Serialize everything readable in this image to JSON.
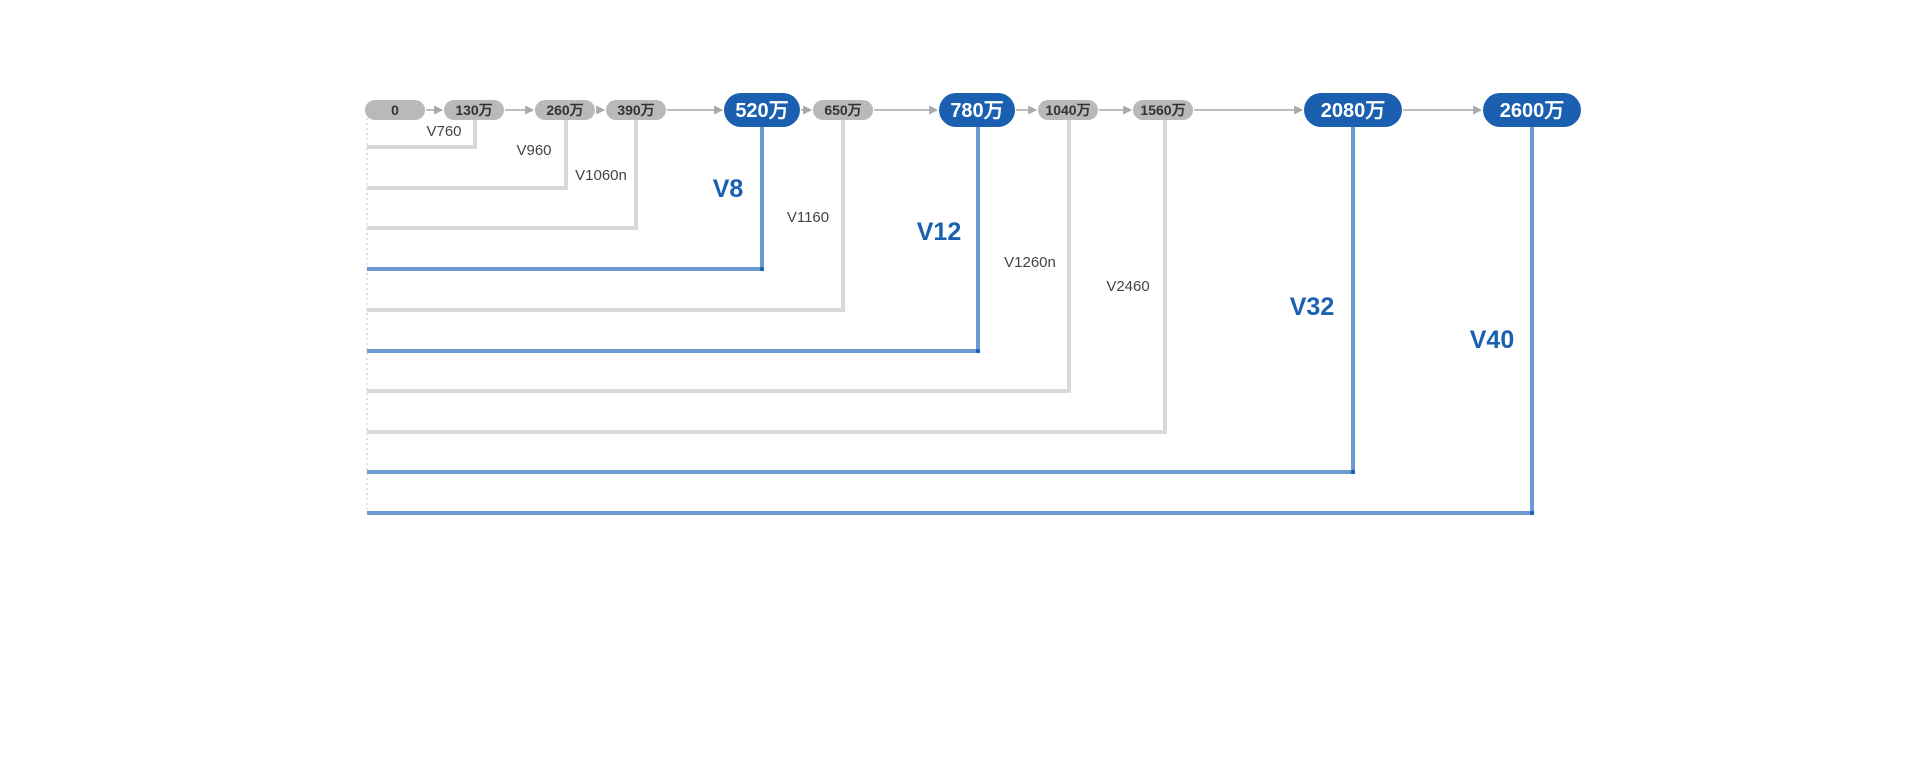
{
  "colors": {
    "gray_node": "#b9b9b9",
    "blue_node": "#1a5fb0",
    "gray_line": "#d9d9d9",
    "blue_line": "#6b9bd2",
    "connector": "#a9a9a9",
    "blue_text": "#1a5fb0"
  },
  "nodes": [
    {
      "id": "n0",
      "label": "0",
      "highlight": false
    },
    {
      "id": "n130",
      "label": "130万",
      "highlight": false
    },
    {
      "id": "n260",
      "label": "260万",
      "highlight": false
    },
    {
      "id": "n390",
      "label": "390万",
      "highlight": false
    },
    {
      "id": "n520",
      "label": "520万",
      "highlight": true
    },
    {
      "id": "n650",
      "label": "650万",
      "highlight": false
    },
    {
      "id": "n780",
      "label": "780万",
      "highlight": true
    },
    {
      "id": "n1040",
      "label": "1040万",
      "highlight": false
    },
    {
      "id": "n1560",
      "label": "1560万",
      "highlight": false
    },
    {
      "id": "n2080",
      "label": "2080万",
      "highlight": true
    },
    {
      "id": "n2600",
      "label": "2600万",
      "highlight": true
    }
  ],
  "ranges": [
    {
      "label": "V760",
      "end": "n130",
      "highlight": false
    },
    {
      "label": "V960",
      "end": "n260",
      "highlight": false
    },
    {
      "label": "V1060n",
      "end": "n390",
      "highlight": false
    },
    {
      "label": "V8",
      "end": "n520",
      "highlight": true
    },
    {
      "label": "V1160",
      "end": "n650",
      "highlight": false
    },
    {
      "label": "V12",
      "end": "n780",
      "highlight": true
    },
    {
      "label": "V1260n",
      "end": "n1040",
      "highlight": false
    },
    {
      "label": "V2460",
      "end": "n1560",
      "highlight": false
    },
    {
      "label": "V32",
      "end": "n2080",
      "highlight": true
    },
    {
      "label": "V40",
      "end": "n2600",
      "highlight": true
    }
  ]
}
